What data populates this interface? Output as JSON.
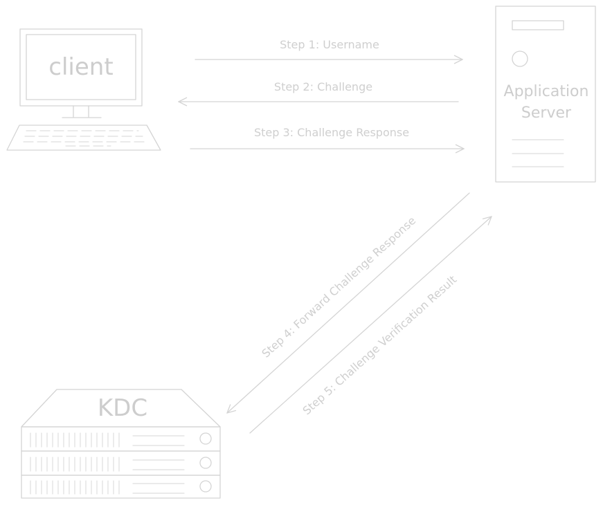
{
  "nodes": {
    "client": "client",
    "app_server_line1": "Application",
    "app_server_line2": "Server",
    "kdc": "KDC"
  },
  "steps": [
    "Step 1: Username",
    "Step 2: Challenge",
    "Step 3: Challenge Response",
    "Step 4: Forward Challenge Response",
    "Step 5: Challenge Verification Result"
  ]
}
